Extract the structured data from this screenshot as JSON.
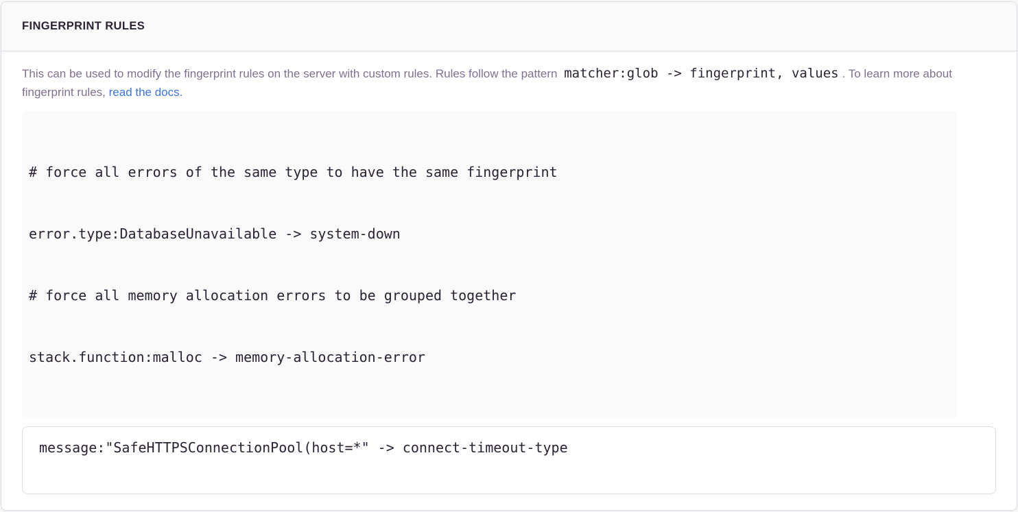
{
  "panel": {
    "title": "FINGERPRINT RULES"
  },
  "description": {
    "text_before_code": "This can be used to modify the fingerprint rules on the server with custom rules. Rules follow the pattern",
    "inline_code": "matcher:glob -> fingerprint, values",
    "text_after_code": ". To learn more about fingerprint rules,",
    "link_label": "read the docs."
  },
  "example": {
    "lines": [
      "# force all errors of the same type to have the same fingerprint",
      "error.type:DatabaseUnavailable -> system-down",
      "# force all memory allocation errors to be grouped together",
      "stack.function:malloc -> memory-allocation-error"
    ]
  },
  "editor": {
    "value": "message:\"SafeHTTPSConnectionPool(host=*\" -> connect-timeout-type"
  },
  "colors": {
    "link": "#3c74dd",
    "heading_text": "#2b2233",
    "help_text": "#80708f",
    "code_text": "#2b2233",
    "panel_border": "#e0dce5",
    "example_background": "#fafafb",
    "header_background": "#fafafb"
  }
}
